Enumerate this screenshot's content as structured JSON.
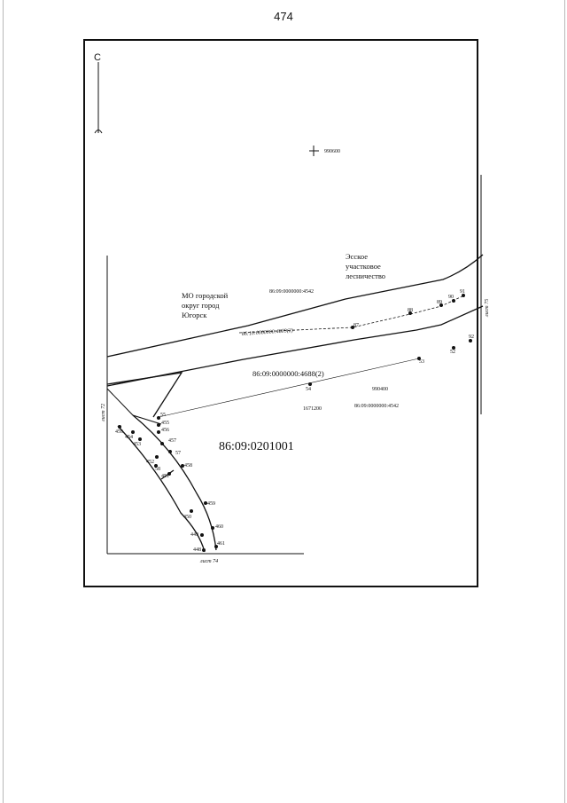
{
  "page_number": "474",
  "north_label": "С",
  "grid_mark_label": "990600",
  "forestry_label": [
    "Эсское",
    "участковое",
    "лесничество"
  ],
  "municipality_label": [
    "МО городской",
    "округ город",
    "Югорск"
  ],
  "parcel_top": "86:09:0000000:4542",
  "parcel_dashed": "86:10:0000000:4809(2)",
  "parcel_mid": "86:09:0000000:4688(2)",
  "parcel_bottom": "86:09:0000000:4542",
  "block_label": "86:09:0201001",
  "coord_x_label": "1671200",
  "coord_y_label": "990400",
  "sheet_left": "лист 72",
  "sheet_right": "лист 75",
  "sheet_bottom": "лист 74",
  "points": [
    {
      "label": "91"
    },
    {
      "label": "90"
    },
    {
      "label": "89"
    },
    {
      "label": "88"
    },
    {
      "label": "87"
    },
    {
      "label": "53"
    },
    {
      "label": "52"
    },
    {
      "label": "92"
    },
    {
      "label": "54"
    },
    {
      "label": "55"
    },
    {
      "label": "455"
    },
    {
      "label": "456"
    },
    {
      "label": "457"
    },
    {
      "label": "459"
    },
    {
      "label": "454"
    },
    {
      "label": "453"
    },
    {
      "label": "57"
    },
    {
      "label": "458"
    },
    {
      "label": "452"
    },
    {
      "label": "58"
    },
    {
      "label": "451"
    },
    {
      "label": "459"
    },
    {
      "label": "450"
    },
    {
      "label": "460"
    },
    {
      "label": "449"
    },
    {
      "label": "461"
    },
    {
      "label": "448"
    }
  ]
}
